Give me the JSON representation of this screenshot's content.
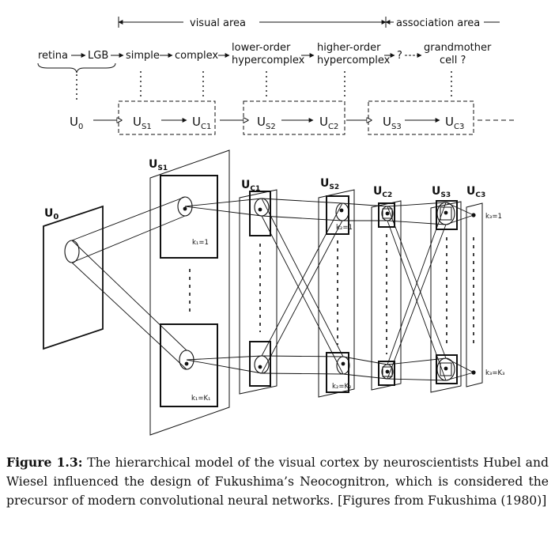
{
  "diagram": {
    "top": {
      "visual_area": "visual area",
      "association_area": "association area",
      "retina": "retina",
      "lgb": "LGB",
      "simple": "simple",
      "complex": "complex",
      "lower_order_1": "lower-order",
      "lower_order_2": "hypercomplex",
      "higher_order_1": "higher-order",
      "higher_order_2": "hypercomplex",
      "question": "?",
      "grandmother_1": "grandmother",
      "grandmother_2": "cell ?"
    },
    "chain": {
      "u0": "U",
      "u0_sub": "0",
      "us1": "U",
      "us1_sub": "S1",
      "uc1": "U",
      "uc1_sub": "C1",
      "us2": "U",
      "us2_sub": "S2",
      "uc2": "U",
      "uc2_sub": "C2",
      "us3": "U",
      "us3_sub": "S3",
      "uc3": "U",
      "uc3_sub": "C3"
    },
    "layers": {
      "u0": "U",
      "u0_sub": "0",
      "us1": "U",
      "us1_sub": "S1",
      "uc1": "U",
      "uc1_sub": "C1",
      "us2": "U",
      "us2_sub": "S2",
      "uc2": "U",
      "uc2_sub": "C2",
      "us3": "U",
      "us3_sub": "S3",
      "uc3": "U",
      "uc3_sub": "C3"
    },
    "plane_labels": {
      "k1_top": "k₁=1",
      "k1_bottom": "k₁=K₁",
      "k2_top": "k₂=1",
      "k2_bottom": "k₂=K₂",
      "k3_top": "k₃=1",
      "k3_bottom": "k₃=K₃"
    }
  },
  "caption": {
    "label": "Figure 1.3:",
    "text": "The hierarchical model of the visual cortex by neuroscientists Hubel and Wiesel influenced the design of Fukushima’s Neocognitron, which is considered the precursor of modern convolutional neural networks. [Figures from Fukushima (1980)]"
  }
}
